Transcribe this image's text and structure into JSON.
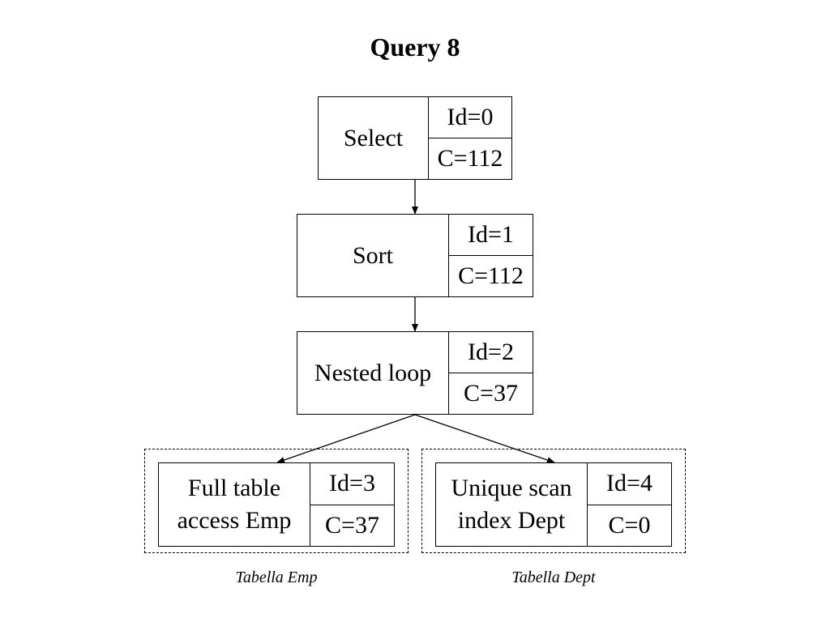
{
  "title": "Query 8",
  "nodes": [
    {
      "name": "Select",
      "id_label": "Id=0",
      "cost_label": "C=112"
    },
    {
      "name": "Sort",
      "id_label": "Id=1",
      "cost_label": "C=112"
    },
    {
      "name": "Nested loop",
      "id_label": "Id=2",
      "cost_label": "C=37"
    },
    {
      "name": "Full table\naccess Emp",
      "id_label": "Id=3",
      "cost_label": "C=37"
    },
    {
      "name": "Unique scan\nindex Dept",
      "id_label": "Id=4",
      "cost_label": "C=0"
    }
  ],
  "groups": [
    {
      "caption": "Tabella Emp"
    },
    {
      "caption": "Tabella Dept"
    }
  ]
}
